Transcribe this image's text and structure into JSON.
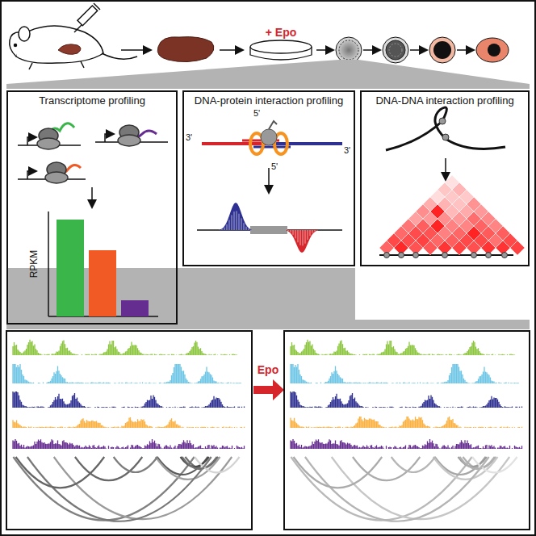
{
  "diagram": {
    "nodes": [
      {
        "text": [
          "Transcriptome profiling"
        ]
      },
      {
        "text": [
          "DNA-protein interaction profiling"
        ]
      },
      {
        "text": [
          "DNA-DNA interaction profiling"
        ]
      }
    ],
    "labels": [
      "+ Epo",
      "RPKM",
      "3'",
      "5'",
      "5'",
      "3'",
      "Epo"
    ]
  }
}
